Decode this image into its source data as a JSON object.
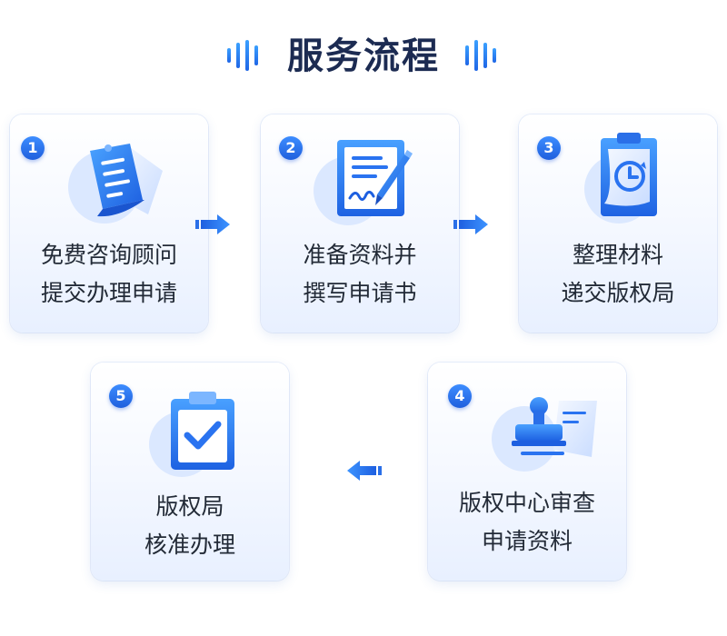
{
  "header": {
    "title": "服务流程"
  },
  "colors": {
    "accent": "#2a73f0",
    "accent_light": "#dbe8ff",
    "title": "#1c2b52",
    "text": "#222a36"
  },
  "steps": [
    {
      "number": "1",
      "line1": "免费咨询顾问",
      "line2": "提交办理申请",
      "icon": "document-icon"
    },
    {
      "number": "2",
      "line1": "准备资料并",
      "line2": "撰写申请书",
      "icon": "pen-writing-icon"
    },
    {
      "number": "3",
      "line1": "整理材料",
      "line2": "递交版权局",
      "icon": "clipboard-clock-icon"
    },
    {
      "number": "4",
      "line1": "版权中心审查",
      "line2": "申请资料",
      "icon": "stamp-icon"
    },
    {
      "number": "5",
      "line1": "版权局",
      "line2": "核准办理",
      "icon": "clipboard-check-icon"
    }
  ],
  "arrows": [
    "right-arrow-icon",
    "right-arrow-icon",
    "left-arrow-icon"
  ]
}
